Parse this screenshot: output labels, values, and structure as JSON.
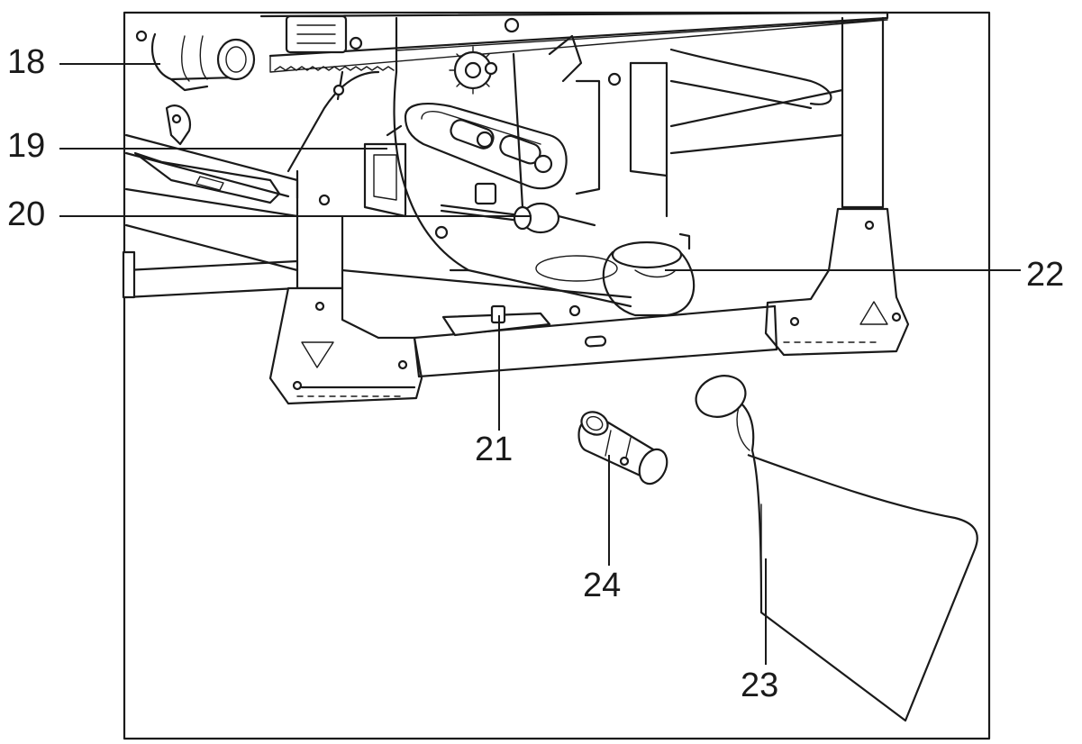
{
  "callouts": {
    "c18": "18",
    "c19": "19",
    "c20": "20",
    "c21": "21",
    "c22": "22",
    "c23": "23",
    "c24": "24"
  }
}
